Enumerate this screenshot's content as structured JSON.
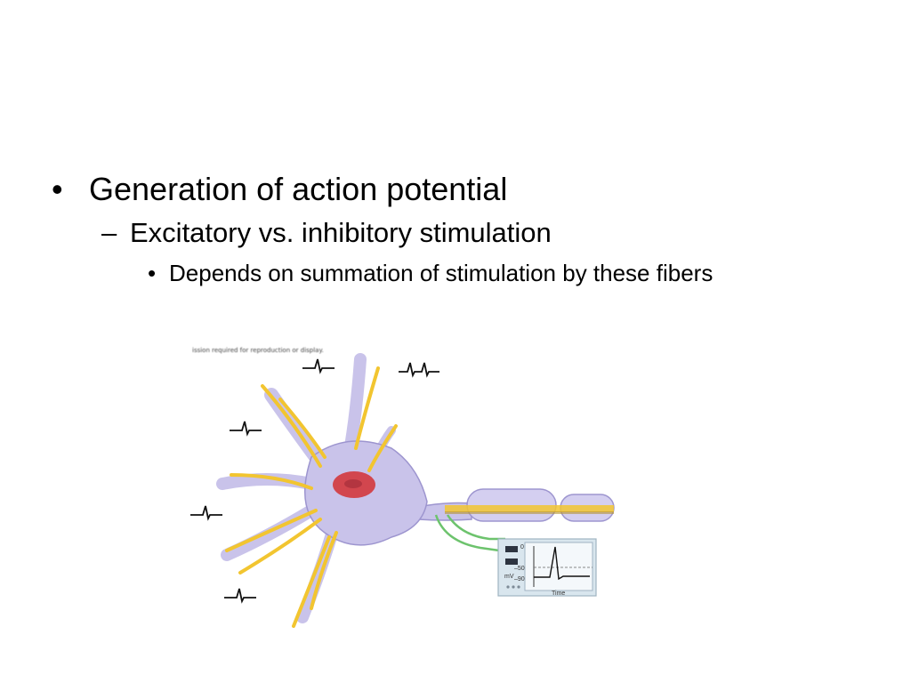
{
  "slide": {
    "bullets": [
      {
        "marker": "•",
        "text": "Generation of action potential"
      },
      {
        "marker": "–",
        "text": "Excitatory vs. inhibitory stimulation"
      },
      {
        "marker": "•",
        "text": "Depends on summation of stimulation by these fibers"
      }
    ]
  },
  "figure": {
    "caption": "ission required for reproduction or display.",
    "oscilloscope": {
      "y_ticks": [
        "0",
        "–50",
        "–90"
      ],
      "unit": "mV",
      "x_label": "Time"
    },
    "colors": {
      "neuron_body": "#c9c3ea",
      "neuron_outline": "#9d95cf",
      "nucleus": "#d2464e",
      "fibers": "#f2c530",
      "electrode": "#6dc36d",
      "scope_panel": "#d9e6ee"
    }
  }
}
